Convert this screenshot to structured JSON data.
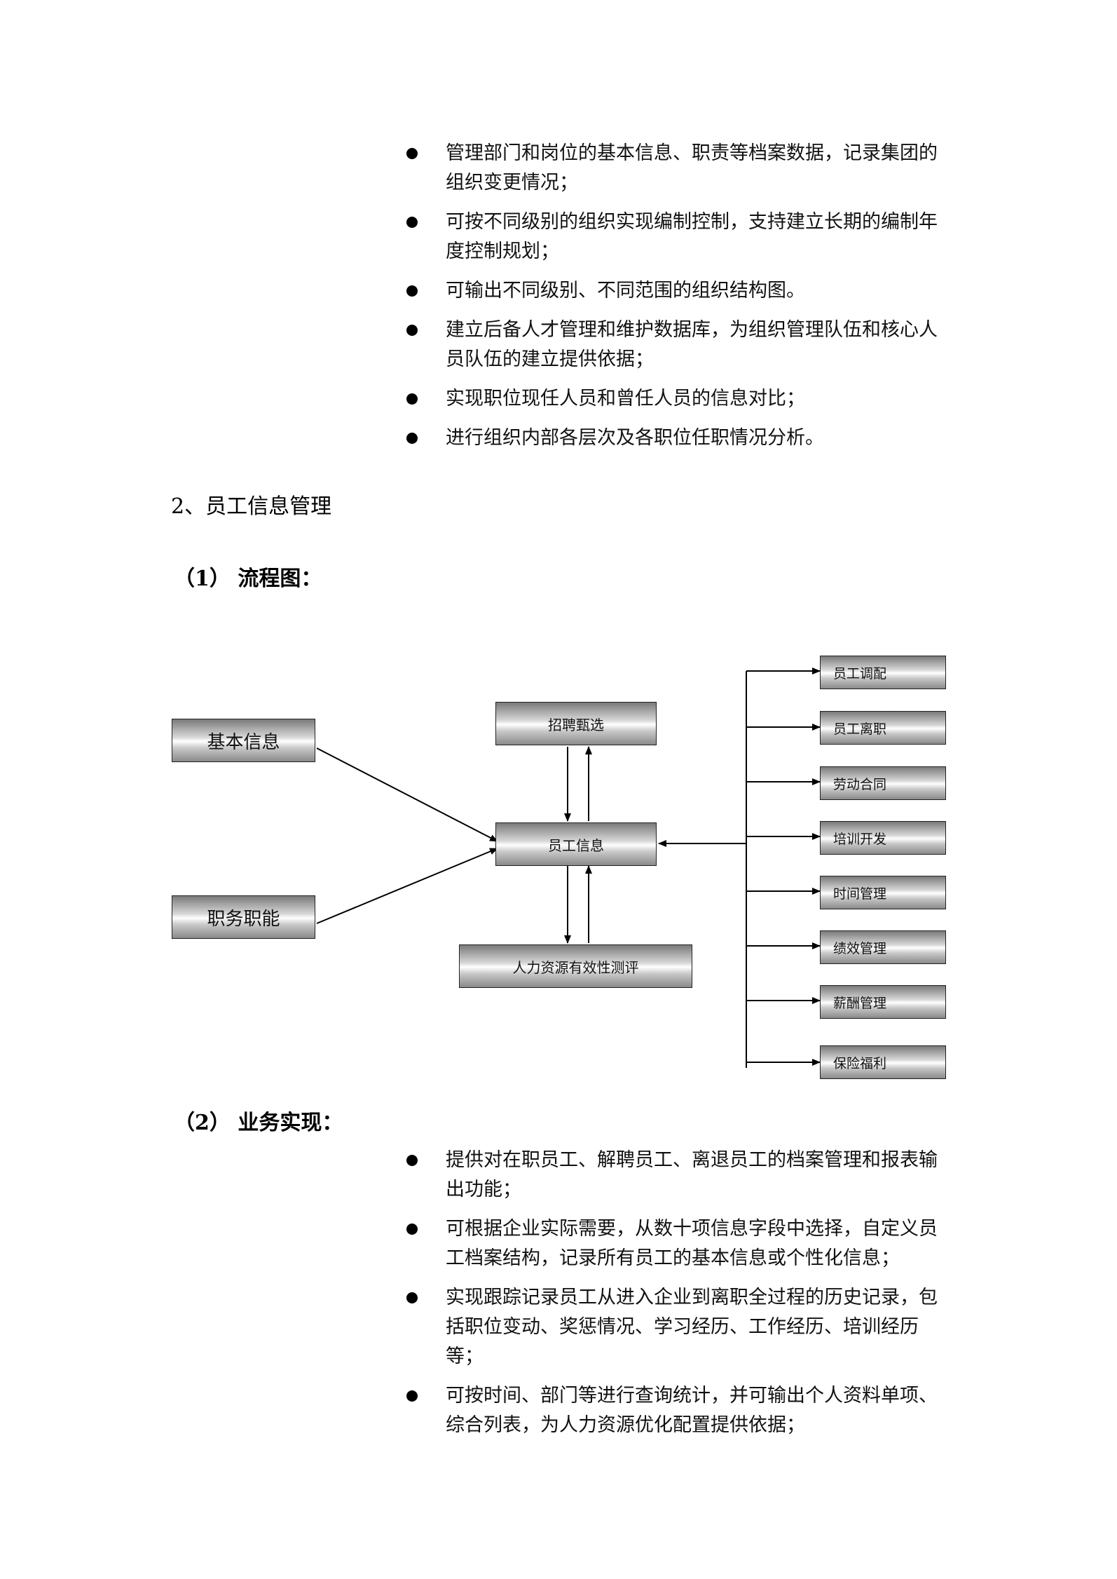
{
  "top_bullets": [
    "管理部门和岗位的基本信息、职责等档案数据，记录集团的组织变更情况；",
    "可按不同级别的组织实现编制控制，支持建立长期的编制年度控制规划；",
    "可输出不同级别、不同范围的组织结构图。",
    "建立后备人才管理和维护数据库，为组织管理队伍和核心人员队伍的建立提供依据；",
    "实现职位现任人员和曾任人员的信息对比；",
    "进行组织内部各层次及各职位任职情况分析。"
  ],
  "section_title": "2、员工信息管理",
  "flow_heading": "（1） 流程图：",
  "flowchart": {
    "basic_info": "基本信息",
    "job_function": "职务职能",
    "recruit": "招聘甄选",
    "employee_info": "员工信息",
    "hr_eval": "人力资源有效性测评",
    "right_items": [
      "员工调配",
      "员工离职",
      "劳动合同",
      "培训开发",
      "时间管理",
      "绩效管理",
      "薪酬管理",
      "保险福利"
    ]
  },
  "impl_heading": "（2） 业务实现：",
  "bottom_bullets": [
    "提供对在职员工、解聘员工、离退员工的档案管理和报表输出功能；",
    "可根据企业实际需要，从数十项信息字段中选择，自定义员工档案结构，记录所有员工的基本信息或个性化信息；",
    "实现跟踪记录员工从进入企业到离职全过程的历史记录，包括职位变动、奖惩情况、学习经历、工作经历、培训经历等；",
    "可按时间、部门等进行查询统计，并可输出个人资料单项、综合列表，为人力资源优化配置提供依据；"
  ]
}
